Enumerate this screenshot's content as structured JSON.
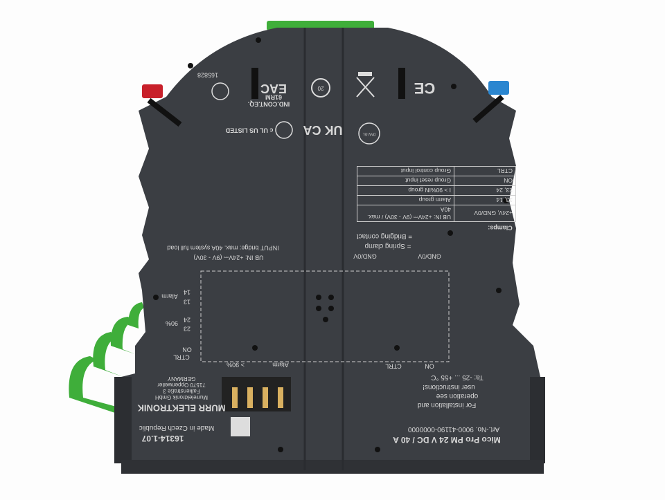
{
  "product": {
    "name": "Mico Pro PM 24 V DC / 40 A",
    "article": "Art.-No. 9000-41190-0000000",
    "instructions": [
      "For installation and",
      "operation see",
      "user instructions!"
    ],
    "temperature": "Ta: -25 ... +55 °C",
    "version": "16314-1.07",
    "origin": "Made in Czech Republic"
  },
  "manufacturer": {
    "logo_text": "MURR ELEKTRONIK",
    "address": [
      "Murrelektronik GmbH",
      "Falkenstraße 3",
      "71570 Oppenweiler",
      "GERMANY"
    ]
  },
  "input_label": {
    "line1": "INPUT bridge: max. 40A system full load",
    "line2": "UB IN: +24V⎓ (9V - 30V)"
  },
  "legend": {
    "title": "Clamps:",
    "bridging": "= Bridging contact",
    "spring": "= Spring clamp"
  },
  "table": [
    [
      "+24V, GND/0V",
      "UB IN: +24V⎓ (9V - 30V) / max. 40A"
    ],
    [
      "13, 14",
      "Alarm group"
    ],
    [
      "23, 24",
      "I > 90%IN group"
    ],
    [
      "ON",
      "Group reset input"
    ],
    [
      "CTRL",
      "Group control input"
    ]
  ],
  "terminals": {
    "gnd1": "GND/0V",
    "gnd2": "GND/0V",
    "t14": "14",
    "alarm": "Alarm",
    "t13": "13",
    "t24": "24",
    "p90": "90%",
    "t23": "23",
    "on": "ON",
    "ctrl": "CTRL",
    "bottom": [
      "> 90%",
      "Alarm",
      "CTRL",
      "ON"
    ]
  },
  "certifications": {
    "ul": "c UL US LISTED",
    "ind": "IND.CONT.EQ.",
    "code": "61RM",
    "file": "165828",
    "eac": "EAC",
    "ukca": "UK CA",
    "ce": "CE",
    "dnv": "DNV-GL",
    "rohs_years": "20"
  },
  "colors": {
    "housing": "#3b3e43",
    "clamp_green": "#3fae3a",
    "red": "#c8202a",
    "blue": "#2a86d0"
  }
}
